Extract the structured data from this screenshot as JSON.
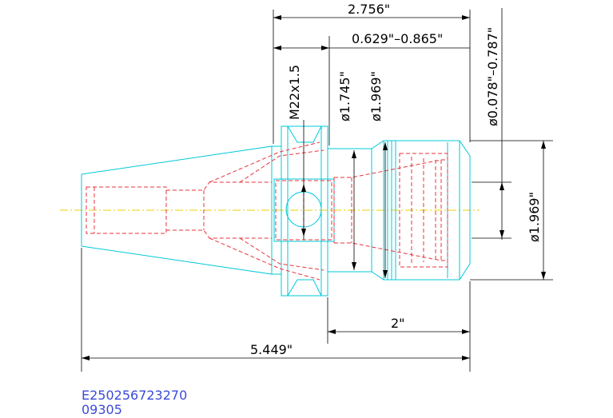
{
  "dimensions": {
    "overall_length_right": "2.756\"",
    "gauge_range": "0.629\"–0.865\"",
    "thread": "M22x1.5",
    "dia_1745": "ø1.745\"",
    "dia_1969_top": "ø1.969\"",
    "collet_range": "ø0.078\"–0.787\"",
    "dia_1969_right": "ø1.969\"",
    "nose_length": "2\"",
    "overall_length": "5.449\""
  },
  "codes": {
    "part_number": "E250256723270",
    "sub_code": "09305"
  },
  "colors": {
    "outline": "#00c8d8",
    "hidden": "#e8333b",
    "dimension": "#000000",
    "centerline": "#e8d000",
    "code_text": "#3b4bd8"
  }
}
